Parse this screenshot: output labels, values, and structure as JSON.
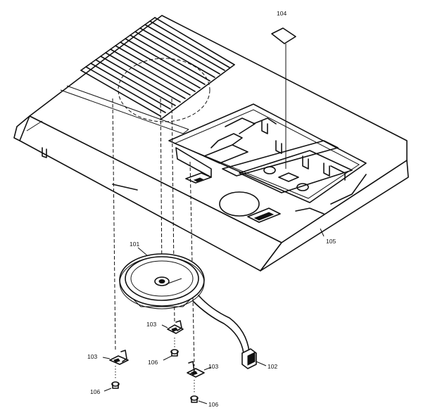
{
  "callouts": {
    "c101": "101",
    "c102": "102",
    "c103a": "103",
    "c103b": "103",
    "c103c": "103",
    "c104": "104",
    "c105": "105",
    "c106a": "106",
    "c106b": "106",
    "c106c": "106"
  }
}
